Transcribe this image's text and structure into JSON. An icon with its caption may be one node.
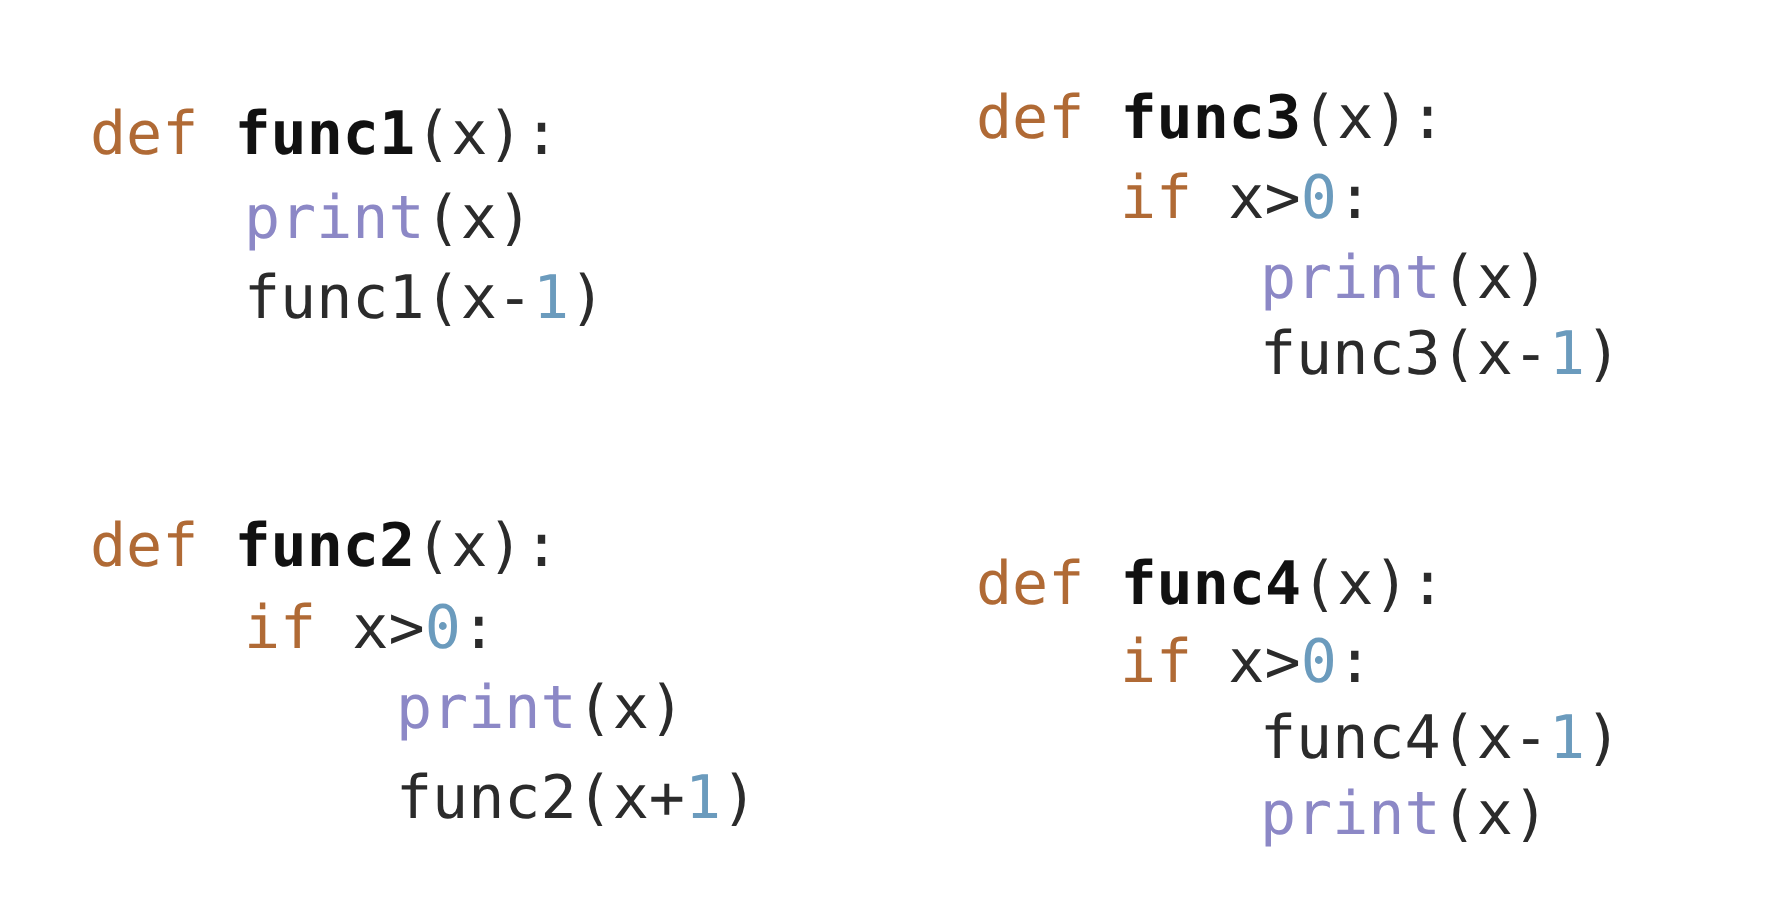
{
  "diagram": {
    "labels": [
      "def **func1**(x):",
      "print(x)",
      "func1(x-1)",
      "def **func3**(x):",
      "if x>0:",
      "print(x)",
      "func3(x-1)",
      "def **func2**(x):",
      "if x>0:",
      "print(x)",
      "func2(x+1)",
      "def **func4**(x):",
      "if x>0:",
      "func4(x-1)",
      "print(x)"
    ]
  }
}
